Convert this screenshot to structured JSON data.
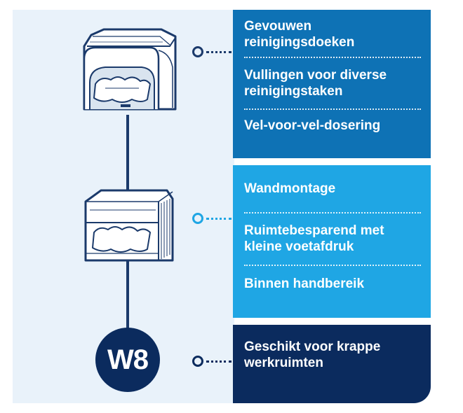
{
  "colors": {
    "panel_dark_blue": "#0e72b5",
    "panel_light_blue": "#1fa6e4",
    "panel_navy": "#0b2b5e",
    "background": "#e9f2fa"
  },
  "products": [
    {
      "name": "closed-dispenser-icon"
    },
    {
      "name": "open-dispenser-icon"
    }
  ],
  "badge": {
    "label": "W8"
  },
  "panels": [
    {
      "items": [
        "Gevouwen reinigingsdoeken",
        "Vullingen voor diverse reinigingstaken",
        "Vel-voor-vel-dosering"
      ]
    },
    {
      "items": [
        "Wandmontage",
        "Ruimtebesparend met kleine voetafdruk",
        "Binnen handbereik"
      ]
    },
    {
      "items": [
        "Geschikt voor krappe werkruimten"
      ]
    }
  ]
}
